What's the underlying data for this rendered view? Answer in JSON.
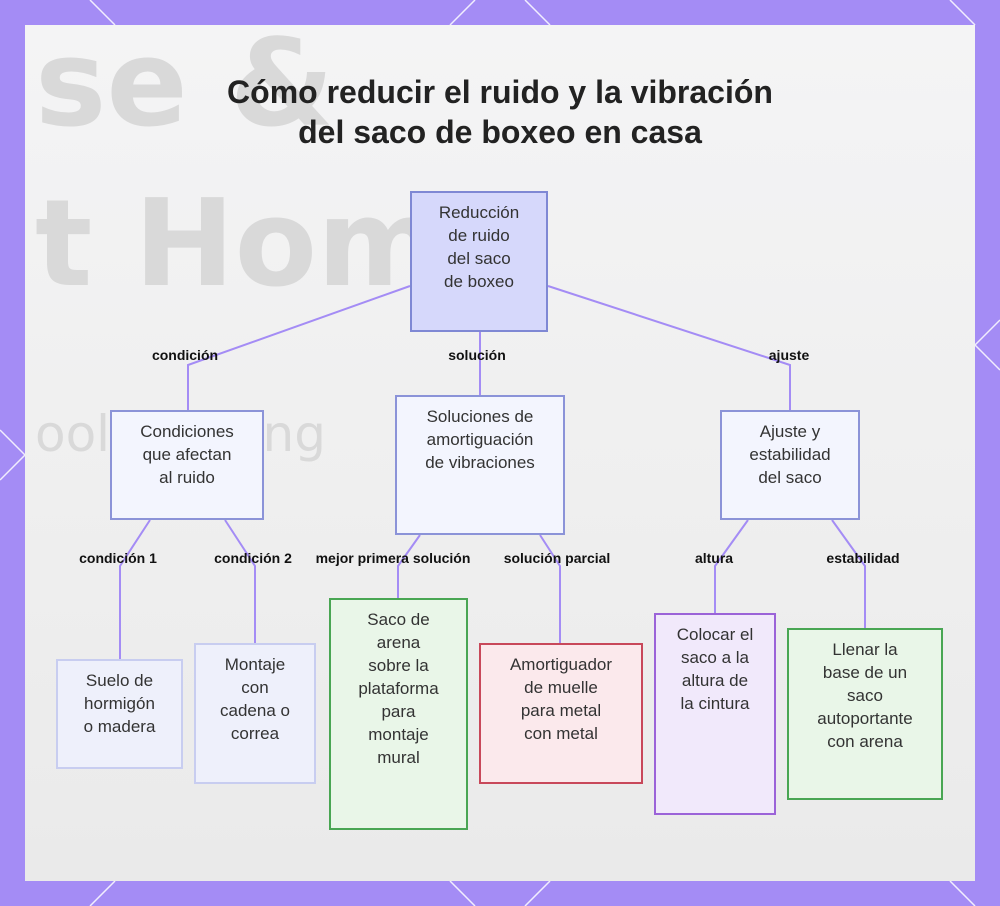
{
  "title": {
    "line1": "Cómo reducir el ruido y la vibración",
    "line2": "del saco de boxeo en casa"
  },
  "watermark": {
    "line1": "se &",
    "line2": "t Home",
    "line3": "ooler Living"
  },
  "nodes": {
    "root": [
      "Reducción",
      "de ruido",
      "del saco",
      "de boxeo"
    ],
    "conditions": [
      "Condiciones",
      "que afectan",
      "al ruido"
    ],
    "solutions": [
      "Soluciones de",
      "amortiguación",
      "de vibraciones"
    ],
    "adjust": [
      "Ajuste y",
      "estabilidad",
      "del saco"
    ],
    "floor": [
      "Suelo de",
      "hormigón",
      "o madera"
    ],
    "mount": [
      "Montaje",
      "con",
      "cadena o",
      "correa"
    ],
    "sandbag": [
      "Saco de",
      "arena",
      "sobre la",
      "plataforma",
      "para",
      "montaje",
      "mural"
    ],
    "spring": [
      "Amortiguador",
      "de muelle",
      "para metal",
      "con metal"
    ],
    "waist": [
      "Colocar el",
      "saco a la",
      "altura de",
      "la cintura"
    ],
    "fill": [
      "Llenar la",
      "base de un",
      "saco",
      "autoportante",
      "con arena"
    ]
  },
  "edges": {
    "condition": "condición",
    "solution": "solución",
    "adjust": "ajuste",
    "condition1": "condición 1",
    "condition2": "condición 2",
    "best": "mejor primera solución",
    "partial": "solución parcial",
    "height": "altura",
    "stability": "estabilidad"
  },
  "colors": {
    "frame": "#a48cf5",
    "link": "#a48cf5",
    "recommended": "#49a653",
    "partial": "#c8485a",
    "adjustment": "#9b63d8"
  }
}
